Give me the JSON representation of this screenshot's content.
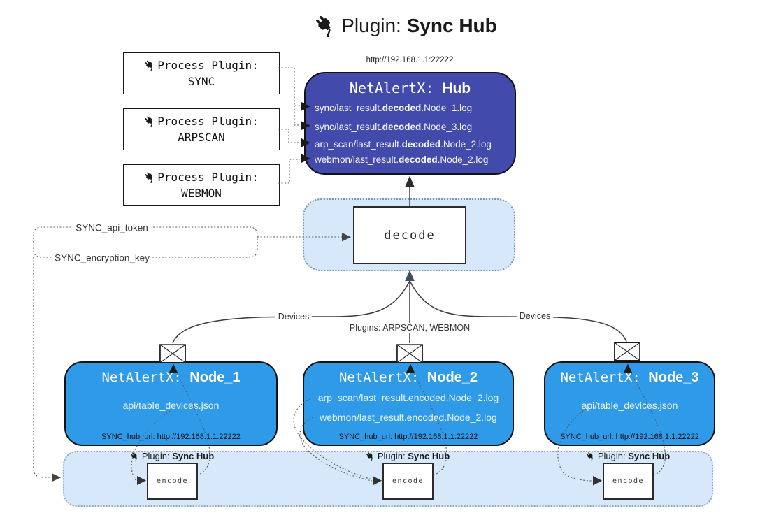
{
  "title": {
    "prefix": "Plugin: ",
    "name": "Sync Hub"
  },
  "hub": {
    "url": "http://192.168.1.1:22222",
    "title_prefix": "NetAlertX: ",
    "title_name": "Hub",
    "lines": [
      {
        "pre": "sync/last_result.",
        "bold": "decoded",
        "post": ".Node_1.log"
      },
      {
        "pre": "sync/last_result.",
        "bold": "decoded",
        "post": ".Node_3.log"
      },
      {
        "pre": "arp_scan/last_result.",
        "bold": "decoded",
        "post": ".Node_2.log"
      },
      {
        "pre": "webmon/last_result.",
        "bold": "decoded",
        "post": ".Node_2.log"
      }
    ]
  },
  "process_plugins": [
    {
      "label": "Process Plugin:",
      "name": "SYNC"
    },
    {
      "label": "Process Plugin:",
      "name": "ARPSCAN"
    },
    {
      "label": "Process Plugin:",
      "name": "WEBMON"
    }
  ],
  "decode": {
    "label": "decode"
  },
  "config": {
    "api_token": "SYNC_api_token",
    "encryption_key": "SYNC_encryption_key"
  },
  "edge_labels": {
    "devices_left": "Devices",
    "plugins_mid": "Plugins: ARPSCAN, WEBMON",
    "devices_right": "Devices"
  },
  "nodes": [
    {
      "title_prefix": "NetAlertX: ",
      "title_name": "Node_1",
      "lines": [
        "api/table_devices.json"
      ],
      "hub_url": "SYNC_hub_url: http://192.168.1.1:22222"
    },
    {
      "title_prefix": "NetAlertX: ",
      "title_name": "Node_2",
      "lines": [
        "arp_scan/last_result.encoded.Node_2.log",
        "webmon/last_result.encoded.Node_2.log"
      ],
      "hub_url": "SYNC_hub_url: http://192.168.1.1:22222"
    },
    {
      "title_prefix": "NetAlertX: ",
      "title_name": "Node_3",
      "lines": [
        "api/table_devices.json"
      ],
      "hub_url": "SYNC_hub_url: http://192.168.1.1:22222"
    }
  ],
  "encode_bar": {
    "groups": [
      {
        "label_prefix": "Plugin: ",
        "label_name": "Sync Hub",
        "box_label": "encode"
      },
      {
        "label_prefix": "Plugin: ",
        "label_name": "Sync Hub",
        "box_label": "encode"
      },
      {
        "label_prefix": "Plugin: ",
        "label_name": "Sync Hub",
        "box_label": "encode"
      }
    ]
  },
  "colors": {
    "hub_fill": "#424BAC",
    "node_fill": "#2F9AE8",
    "container_fill": "#D6E8FA",
    "line": "#3d3d3d"
  }
}
